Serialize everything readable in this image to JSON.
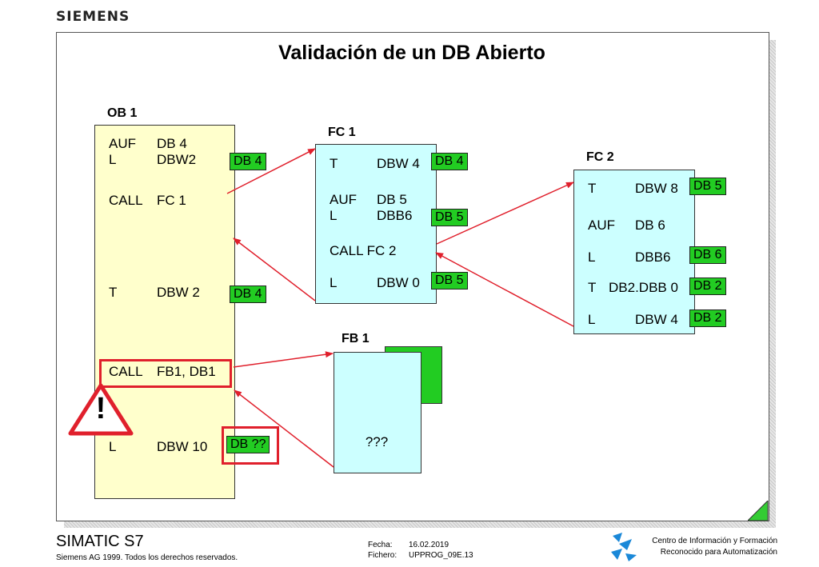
{
  "brand": "SIEMENS",
  "title": "Validación de un DB Abierto",
  "ob1": {
    "label": "OB 1",
    "lines": [
      {
        "op": "AUF",
        "arg": "DB 4"
      },
      {
        "op": "L",
        "arg": "DBW2"
      },
      {
        "op": "CALL",
        "arg": "FC 1"
      },
      {
        "op": "T",
        "arg": "DBW 2"
      },
      {
        "op": "CALL",
        "arg": "FB1, DB1"
      },
      {
        "op": "L",
        "arg": "DBW 10"
      }
    ],
    "db_tags": [
      "DB 4",
      "DB 4",
      "DB ??"
    ]
  },
  "fc1": {
    "label": "FC 1",
    "lines": [
      {
        "op": "T",
        "arg": "DBW 4"
      },
      {
        "op": "AUF",
        "arg": "DB 5"
      },
      {
        "op": "L",
        "arg": "DBB6"
      },
      {
        "op": "CALL FC 2",
        "arg": ""
      },
      {
        "op": "L",
        "arg": "DBW 0"
      }
    ],
    "db_tags": [
      "DB 4",
      "DB 5",
      "DB 5"
    ]
  },
  "fc2": {
    "label": "FC 2",
    "lines": [
      {
        "op": "T",
        "arg": "DBW 8"
      },
      {
        "op": "AUF",
        "arg": "DB 6"
      },
      {
        "op": "L",
        "arg": "DBB6"
      },
      {
        "op": "T",
        "arg": "DB2.DBB 0"
      },
      {
        "op": "L",
        "arg": "DBW 4"
      }
    ],
    "db_tags": [
      "DB 5",
      "DB 6",
      "DB 2",
      "DB 2"
    ]
  },
  "fb1": {
    "label": "FB 1",
    "content": "???"
  },
  "warning_symbol": "!",
  "footer": {
    "product": "SIMATIC S7",
    "copyright": "Siemens AG 1999. Todos los derechos reservados.",
    "fecha_label": "Fecha:",
    "fecha_value": "16.02.2019",
    "fichero_label": "Fichero:",
    "fichero_value": "UPPROG_09E.13",
    "center_line1": "Centro de Información y Formación",
    "center_line2": "Reconocido para Automatización"
  },
  "colors": {
    "ob_block": "#ffffcc",
    "fc_block": "#ccffff",
    "db_tag": "#22cc22",
    "arrow": "#e0202c",
    "logo_blue": "#1a88d8"
  }
}
